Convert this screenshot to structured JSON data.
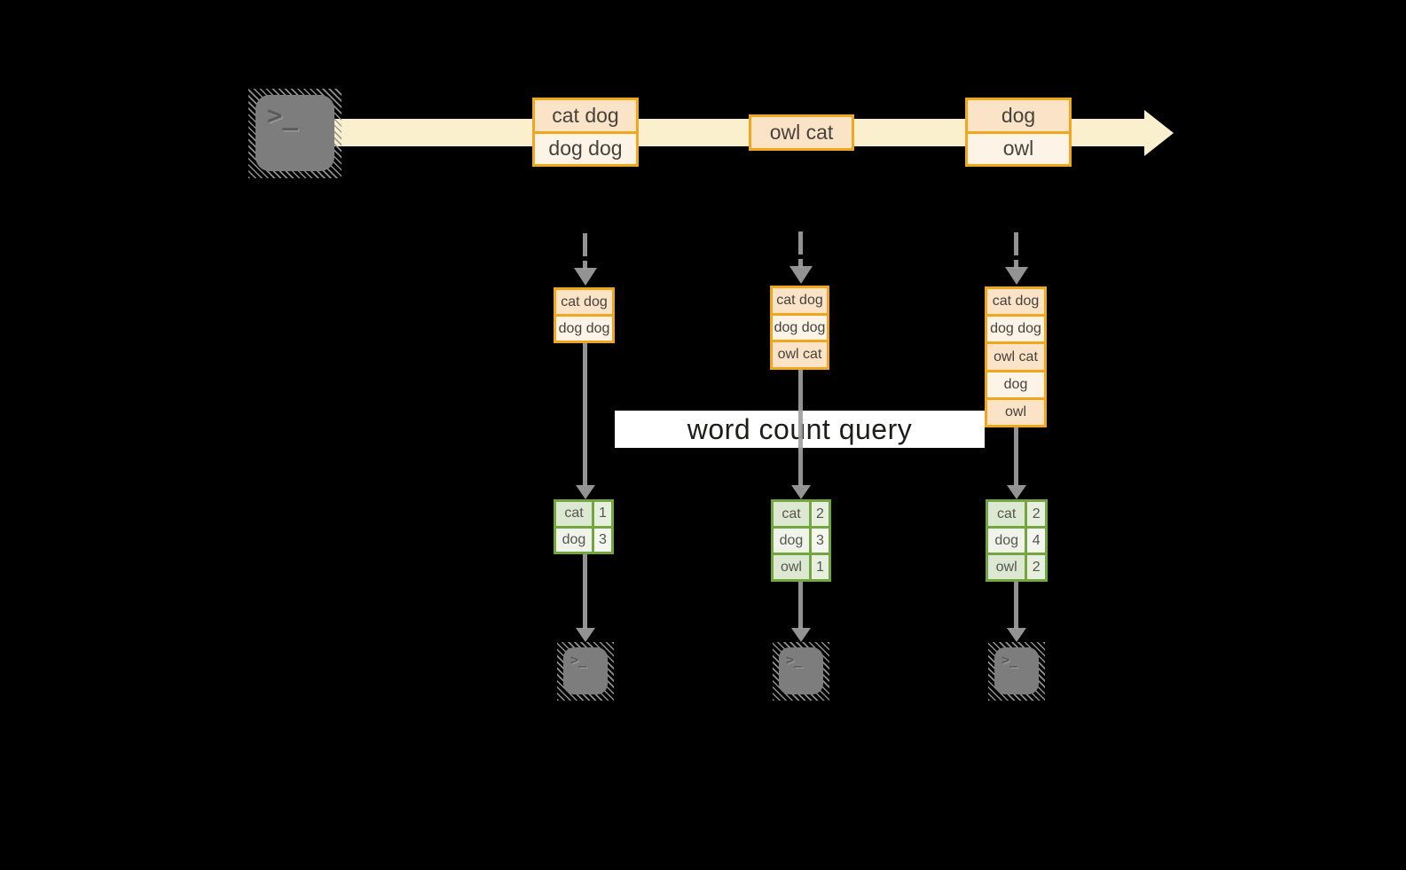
{
  "query_label": "word count query",
  "terminal_glyph": ">_",
  "colors": {
    "gold_border": "#F0A71D",
    "peach_fill": "#FAE3C6",
    "cream_fill": "#FDF3E6",
    "stream_band": "#FAF0CD",
    "green_border": "#73A63F",
    "green_fill": "#DCE8D1",
    "green_fill_light": "#EFF3EA",
    "arrow_gray": "#9C9C9C",
    "terminal_gray": "#7D7D7D"
  },
  "stream": {
    "batches": [
      {
        "records": [
          "cat dog",
          "dog dog"
        ]
      },
      {
        "records": [
          "owl cat"
        ]
      },
      {
        "records": [
          "dog",
          "owl"
        ]
      }
    ]
  },
  "columns": [
    {
      "buffer": [
        "cat dog",
        "dog dog"
      ],
      "counts": [
        {
          "word": "cat",
          "count": "1"
        },
        {
          "word": "dog",
          "count": "3"
        }
      ]
    },
    {
      "buffer": [
        "cat dog",
        "dog dog",
        "owl cat"
      ],
      "counts": [
        {
          "word": "cat",
          "count": "2"
        },
        {
          "word": "dog",
          "count": "3"
        },
        {
          "word": "owl",
          "count": "1"
        }
      ]
    },
    {
      "buffer": [
        "cat dog",
        "dog dog",
        "owl cat",
        "dog",
        "owl"
      ],
      "counts": [
        {
          "word": "cat",
          "count": "2"
        },
        {
          "word": "dog",
          "count": "4"
        },
        {
          "word": "owl",
          "count": "2"
        }
      ]
    }
  ]
}
